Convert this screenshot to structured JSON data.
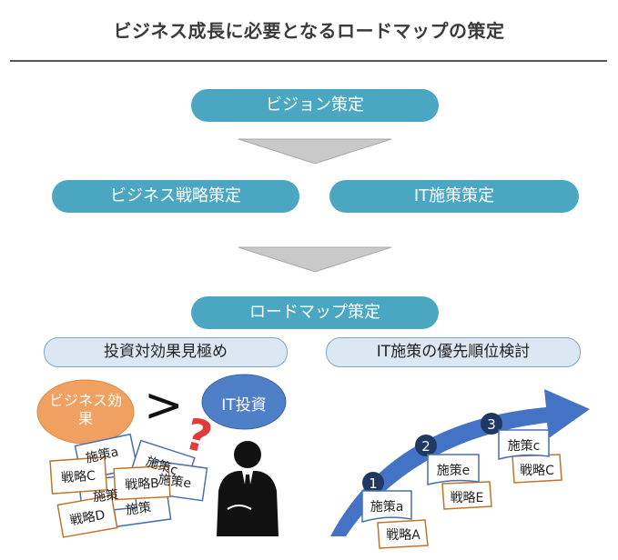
{
  "title": "ビジネス成長に必要となるロードマップの策定",
  "flow": {
    "vision": "ビジョン策定",
    "business_strategy": "ビジネス戦略策定",
    "it_policy": "IT施策策定",
    "roadmap": "ロードマップ策定"
  },
  "left_panel": {
    "heading": "投資対効果見極め",
    "business_effect": "ビジネス効果",
    "it_investment": "IT投資",
    "greater_than": ">",
    "question": "?",
    "strategies": [
      "戦略C",
      "戦略B",
      "戦略D"
    ],
    "measures": [
      "施策a",
      "施策c",
      "施策e",
      "施策",
      "施策"
    ]
  },
  "right_panel": {
    "heading": "IT施策の優先順位検討",
    "steps": [
      {
        "num": "1",
        "measure": "施策a",
        "strategy": "戦略A"
      },
      {
        "num": "2",
        "measure": "施策e",
        "strategy": "戦略E"
      },
      {
        "num": "3",
        "measure": "施策c",
        "strategy": "戦略C"
      }
    ]
  },
  "colors": {
    "pill": "#4ba7c1",
    "arrow": "#4472c4",
    "effect": "#f0a060",
    "invest": "#4f7fc6",
    "question": "#e03b3b",
    "doc_border": "#4a6fb0",
    "doc_border_alt": "#c0742a"
  }
}
